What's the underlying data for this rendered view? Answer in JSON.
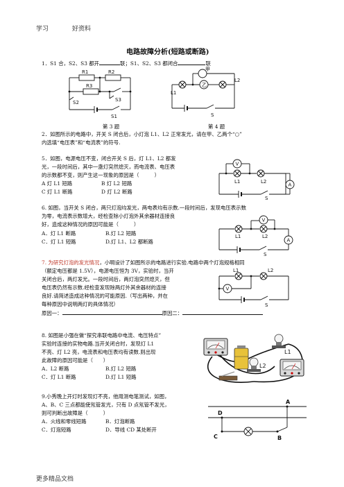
{
  "header": {
    "left": "学习",
    "right": "好资料"
  },
  "footer": {
    "text": "更多精品文档"
  },
  "title": "电路故障分析(短路或断路)",
  "q1": {
    "a": "1．S1 合，S2、S3 都开",
    "b": "联；S1、S2、S3 都闭合",
    "c": "联"
  },
  "fig3": {
    "caption": "第 3 题",
    "r1": "R1",
    "r2": "R2",
    "r3": "R3",
    "s1": "S1",
    "s2": "S2",
    "s3": "S3"
  },
  "fig4": {
    "caption": "第 4 题",
    "jia": "甲",
    "yi": "乙",
    "l1": "L1",
    "l2": "L2",
    "s": "S"
  },
  "q2": {
    "l1": "2．如图所示的电路中，开关 S 闭合后，小灯泡 L1、L2 正常发光，请在甲、乙两个“○”",
    "l2": "内选填“电压表”和“电流表”的符号."
  },
  "q5": {
    "lines": [
      "5．如图，电源电压不变，闭合开关 S 后，灯 L1、L2 都发",
      "光，一段时间后，其中一盏灯突然熄灭，而电流表、电压表",
      "的示数都不变，则产生这一现象的原因是（　　　）"
    ],
    "a": "A 灯 L1 短路",
    "b": "B  灯 L2 短路",
    "c": "C 灯 L1 断路",
    "d": "D  灯 L2 断路"
  },
  "fig5": {
    "v": "V",
    "a": "A",
    "l1": "L1",
    "l2": "L2",
    "s": "S"
  },
  "q6": {
    "lines": [
      "6. 如图，当开关 S 闭合，两只灯泡均发光，两电表均有示数.一段时间后，发现电压表示数",
      "为零，电流表示数增大，经检查除小灯泡外其余器材连接良",
      "好，造成这种情况的原因可能是（　　　）"
    ],
    "a": "A．灯 L1 断路",
    "b": "B.灯 L2 短路",
    "c": "C．灯 L1 短路",
    "d": "D.灯 L1、L2 都断路"
  },
  "fig6": {
    "v": "V",
    "a": "A",
    "l1": "L1",
    "l2": "L2",
    "s": "S"
  },
  "q7": {
    "red": "7. 为研究灯泡的发光情况",
    "l1rest": "，小明设计了如图所示的电路进行实验.电路中两个灯泡规格相同",
    "lines": [
      "（额定电压都是 1.5V），电源电压恒为 3V，实验时，当开",
      "关闭合后，两灯发光。一段时间后，两灯泡突然熄灭，但",
      "电压表仍然有示数.经检查发现除两灯外其余器材的连接",
      "良好.请简述造成这种情况的可能原因.（写出两种，并在",
      "每种原因中说明两灯的具体情况）"
    ],
    "reason1": "原因一：",
    "reason2": "原因二："
  },
  "fig7": {
    "v": "V",
    "l1": "L1",
    "l2": "L2",
    "s": "S"
  },
  "q8": {
    "lines": [
      "8. 如图是小强在做“探究串联电路中电流、电压特点”",
      "实验时连接的实物电路.当开关闭合时，发现灯 L1",
      "不亮、灯 L2 亮，电流表和电压表均有读数.则出现",
      "此故障的原因可能是（　　）"
    ],
    "a": "A．L2 断路",
    "b": "B.灯 L2 短路",
    "c": "C．灯 L1 断路",
    "d": "D.灯 L1 短路"
  },
  "fig8": {
    "l1": "L1",
    "l2": "L2"
  },
  "q9": {
    "lines": [
      "9.小秀晚上开灯时发现灯不亮，他用测电笔测试，如图，",
      "A、B、C 三点都能使氖管发光，只有 D 点氖管不发光，",
      "则可判断出故障是（　　　）"
    ],
    "a": "A．火线和零线短路",
    "b": "B．灯泡断路",
    "c": "C．灯泡短路",
    "d": "D．导线 CD 某处断开"
  },
  "fig9": {
    "a": "A",
    "b": "B",
    "c": "C",
    "d": "D"
  }
}
